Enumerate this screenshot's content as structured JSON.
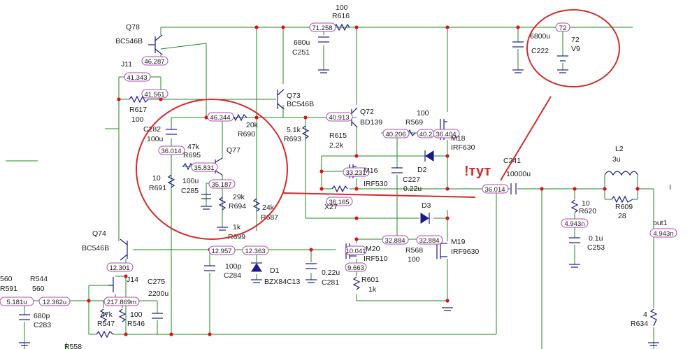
{
  "voltage_tags": {
    "q78_e": "46.287",
    "j11_a": "41.343",
    "j11_b": "41.561",
    "r690_a": "46.344",
    "c282_bot": "36.014",
    "q77_b": "35.831",
    "q77_e": "35.187",
    "r616_l": "71.258",
    "q72_b": "40.913",
    "m16_g": "33.231",
    "m16_s": "36.165",
    "r569_l": "40.206",
    "r569_r": "40.2",
    "m18_s": "36.404",
    "out_node": "36.014",
    "q74_e": "12.301",
    "q74_c": "12.957",
    "d1_k": "12.363",
    "m20_g": "10.041",
    "m20_s": "9.663",
    "m19_gl": "32.884",
    "m19_gr": "32.884",
    "j14_g": "217.869m",
    "j14_in": "12.362u",
    "r591": "5.181u",
    "v9_tag": "72",
    "out_pill": "4.943n",
    "out1_pill": "4.943n"
  },
  "components": {
    "q78": {
      "name": "Q78",
      "part": "BC546B"
    },
    "j11": {
      "name": "J11"
    },
    "r617": {
      "name": "R617",
      "value": "100"
    },
    "c282": {
      "name": "C282",
      "value": "100u"
    },
    "r695": {
      "name": "R695",
      "value": "47k"
    },
    "r691": {
      "name": "R691",
      "value": "10"
    },
    "q77": {
      "name": "Q77"
    },
    "c285": {
      "name": "C285",
      "value": "100u"
    },
    "r694": {
      "name": "R694",
      "value": "29k"
    },
    "r699": {
      "name": "R699",
      "value": "1k"
    },
    "r687": {
      "name": "R687",
      "value": "24k"
    },
    "r690": {
      "name": "R690",
      "value": "20k"
    },
    "q73": {
      "name": "Q73",
      "part": "BC546B"
    },
    "r616": {
      "name": "R616",
      "value": "100"
    },
    "c251": {
      "name": "C251",
      "value": "680u"
    },
    "r693": {
      "name": "R693",
      "value": "5.1k"
    },
    "q72": {
      "name": "Q72",
      "part": "BD139"
    },
    "r615": {
      "name": "R615",
      "value": "2.2k"
    },
    "m16": {
      "name": "M16",
      "part": "IRF530"
    },
    "x27": {
      "name": "X27"
    },
    "r569": {
      "name": "R569",
      "value": "100"
    },
    "m18": {
      "name": "M18",
      "part": "IRF630"
    },
    "d2": {
      "name": "D2"
    },
    "c227": {
      "name": "C227",
      "value": "0.22u"
    },
    "d3": {
      "name": "D3"
    },
    "m19": {
      "name": "M19",
      "part": "IRF9630"
    },
    "r568": {
      "name": "R568",
      "value": "100"
    },
    "m20": {
      "name": "M20",
      "part": "IRF510"
    },
    "r601": {
      "name": "R601",
      "value": "1k"
    },
    "c281": {
      "name": "C281",
      "value": "0.22u"
    },
    "d1": {
      "name": "D1",
      "part": "BZX84C13"
    },
    "c284": {
      "name": "C284",
      "value": "100p"
    },
    "q74": {
      "name": "Q74",
      "part": "BC546B"
    },
    "j14": {
      "name": "J14"
    },
    "c275": {
      "name": "C275",
      "value": "2200u"
    },
    "r547": {
      "name": "R547",
      "value": "47k"
    },
    "r546": {
      "name": "R546",
      "value": "100"
    },
    "r544": {
      "name": "R544",
      "value": "560"
    },
    "r591_val": "560",
    "r591_name": "R591",
    "c283": {
      "name": "C283",
      "value": "680p"
    },
    "r558": {
      "name": "R558"
    },
    "c222": {
      "name": "C222",
      "value": "6800u"
    },
    "v9": {
      "name": "V9",
      "value": "72"
    },
    "c241": {
      "name": "C241",
      "value": "10000u"
    },
    "r620": {
      "name": "R620",
      "value": "10"
    },
    "c253": {
      "name": "C253",
      "value": "0.1u"
    },
    "l2": {
      "name": "L2",
      "value": "3u"
    },
    "r609": {
      "name": "R609",
      "value": "28"
    },
    "r634": {
      "name": "R634",
      "value": "4"
    },
    "out1": {
      "name": "out1"
    }
  },
  "annotation": {
    "text": "!тут",
    "color": "#d42b2b"
  },
  "edge_label": "I"
}
